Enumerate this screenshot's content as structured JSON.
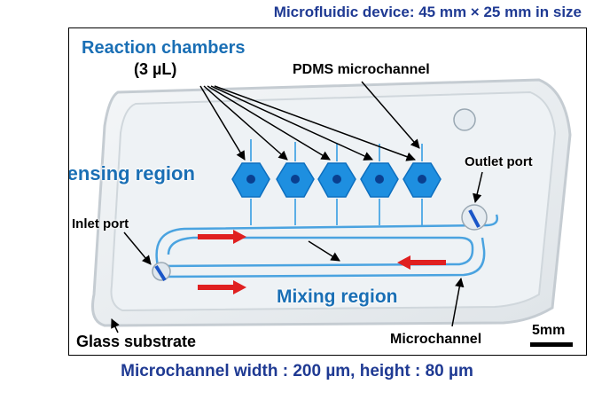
{
  "captions": {
    "top": "Microfluidic device: 45 mm × 25 mm in size",
    "bottom": "Microchannel width : 200 µm, height : 80 µm"
  },
  "labels": {
    "reaction_chambers": "Reaction chambers",
    "reaction_volume": "(3 µL)",
    "pdms_microchannel": "PDMS microchannel",
    "dispensing_region": "Dispensing region",
    "outlet_port": "Outlet port",
    "inlet_port": "Inlet port",
    "mixing_region": "Mixing region",
    "glass_substrate": "Glass substrate",
    "microchannel": "Microchannel",
    "scale_bar": "5mm"
  },
  "colors": {
    "label_blue": "#1a6fb5",
    "caption_navy": "#1f3a93",
    "chamber_blue": "#1e8fe0",
    "flow_arrow": "#e02020"
  }
}
